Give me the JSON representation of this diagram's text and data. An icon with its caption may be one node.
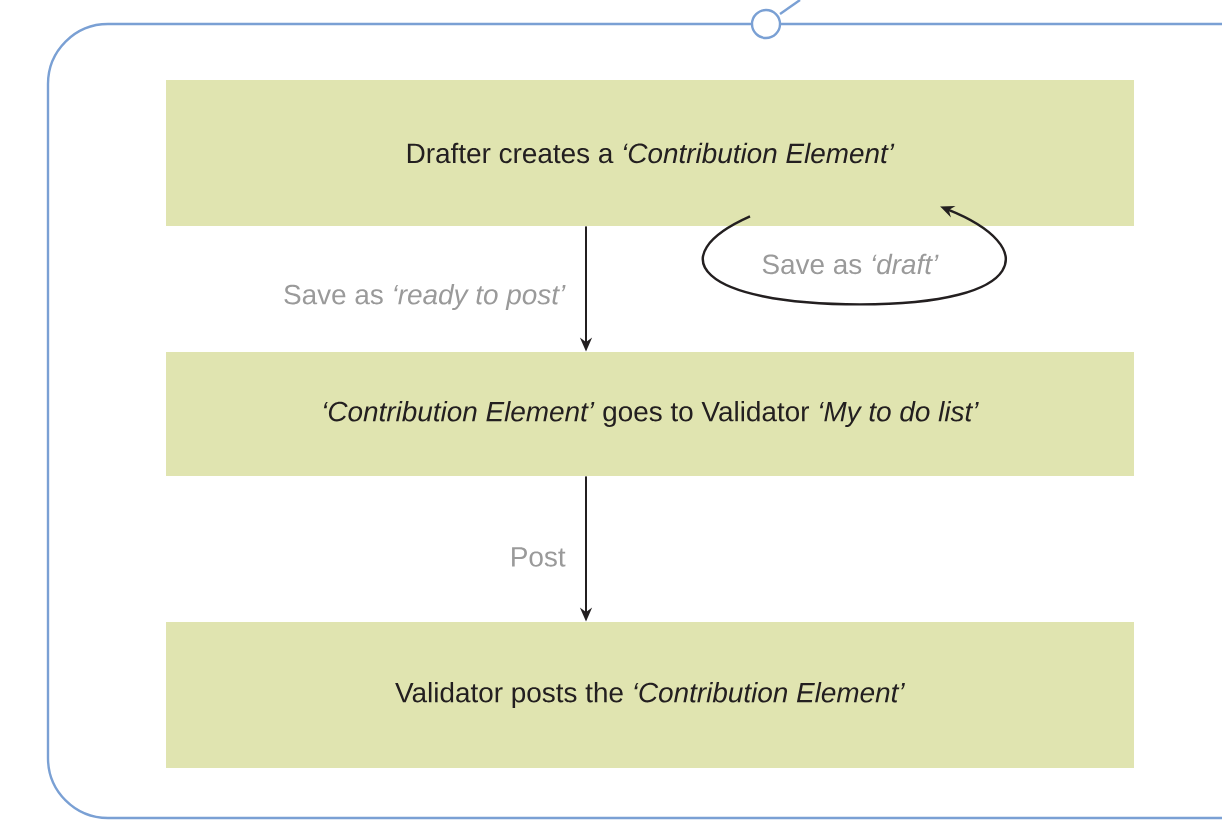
{
  "diagram": {
    "nodes": [
      {
        "text": [],
        "shape": "box"
      },
      {
        "text": [
          "Drafter creates a *‘Contribution Element’*"
        ],
        "in": 0
      },
      {
        "text": [
          "*‘Contribution Element’* goes to Validator *‘My to do list’*"
        ],
        "in": 0
      },
      {
        "text": [
          "Validator posts the *‘Contribution Element’*"
        ],
        "in": 0
      }
    ],
    "edges": [
      {
        "from": 1,
        "to": 2,
        "arrow": "to",
        "label": "Save as *‘ready to post’*"
      },
      {
        "from": 1,
        "to": 1,
        "arrow": "to",
        "label": "Save as *‘draft’*"
      },
      {
        "from": 2,
        "to": 3,
        "arrow": "to",
        "label": "Post"
      }
    ]
  }
}
